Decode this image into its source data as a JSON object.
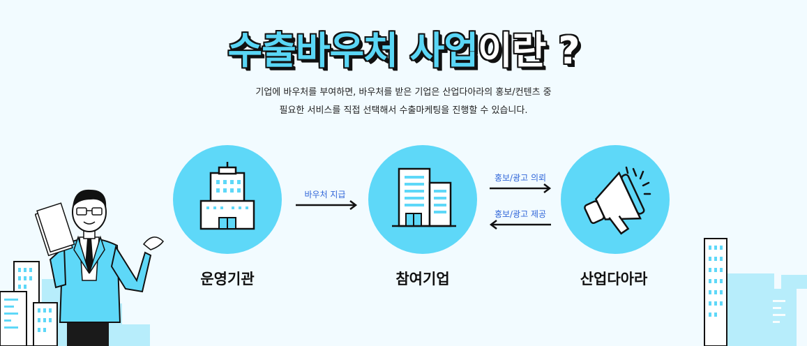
{
  "heading": {
    "highlight": "수출바우처 사업",
    "rest": "이란 ?"
  },
  "description": {
    "line1": "기업에 바우처를 부여하면, 바우처를 받은 기업은 산업다아라의 홍보/컨텐츠 중",
    "line2": "필요한 서비스를 직접 선택해서 수출마케팅을 진행할 수 있습니다."
  },
  "flow": {
    "nodes": [
      {
        "label": "운영기관",
        "icon": "government-building-icon"
      },
      {
        "label": "참여기업",
        "icon": "office-building-icon"
      },
      {
        "label": "산업다아라",
        "icon": "megaphone-icon"
      }
    ],
    "arrows": [
      {
        "label": "바우처 지급",
        "direction": "right"
      },
      {
        "label": "홍보/광고 의뢰",
        "direction": "right"
      },
      {
        "label": "홍보/광고 제공",
        "direction": "left"
      }
    ]
  },
  "colors": {
    "accent": "#5ed8f8",
    "arrow_text": "#2f65d8",
    "background": "#f2fbff"
  }
}
